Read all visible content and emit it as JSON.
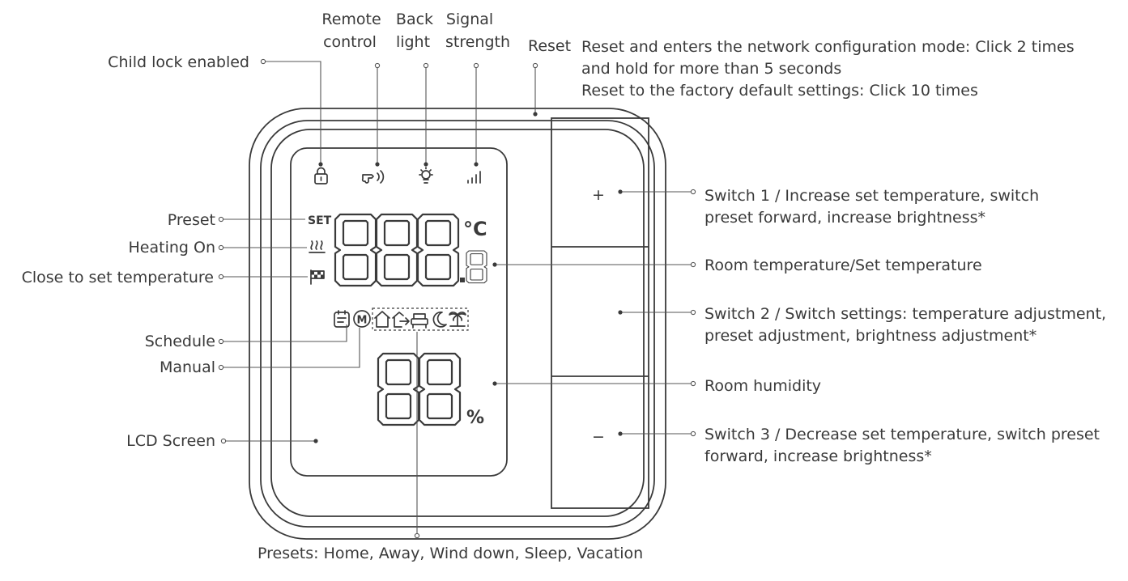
{
  "labels": {
    "remote_control_1": "Remote",
    "remote_control_2": "control",
    "backlight_1": "Back",
    "backlight_2": "light",
    "signal_1": "Signal",
    "signal_2": "strength",
    "reset": "Reset",
    "reset_desc_1": "Reset and enters the network configuration mode: Click 2 times",
    "reset_desc_2": "and hold for more than 5 seconds",
    "reset_desc_3": "Reset to the factory default settings: Click 10 times",
    "child_lock": "Child lock enabled",
    "preset": "Preset",
    "heating_on": "Heating On",
    "close_to_set": "Close to set temperature",
    "schedule": "Schedule",
    "manual": "Manual",
    "lcd_screen": "LCD Screen",
    "presets_list": "Presets: Home, Away, Wind down, Sleep, Vacation",
    "switch1_1": "Switch 1 / Increase set temperature, switch",
    "switch1_2": "preset forward, increase brightness*",
    "room_temp": "Room temperature/Set temperature",
    "switch2_1": "Switch 2 / Switch settings: temperature adjustment,",
    "switch2_2": "preset adjustment, brightness adjustment*",
    "room_humidity": "Room humidity",
    "switch3_1": "Switch 3 / Decrease set temperature, switch preset",
    "switch3_2": "forward, increase brightness*"
  },
  "display": {
    "set_badge": "SET",
    "temp_unit": "°C",
    "humidity_unit": "%",
    "manual_badge": "M",
    "plus_key": "+",
    "minus_key": "−"
  },
  "icons": {
    "child_lock": "lock-icon",
    "remote_control": "hand-remote-icon",
    "backlight": "lightbulb-icon",
    "signal": "signal-bars-icon",
    "heating": "heating-waves-icon",
    "close_to_set": "checkered-flag-icon",
    "schedule": "calendar-icon",
    "home": "home-icon",
    "away": "door-arrow-icon",
    "wind_down": "sofa-icon",
    "sleep": "moon-icon",
    "vacation": "palm-tree-icon"
  }
}
